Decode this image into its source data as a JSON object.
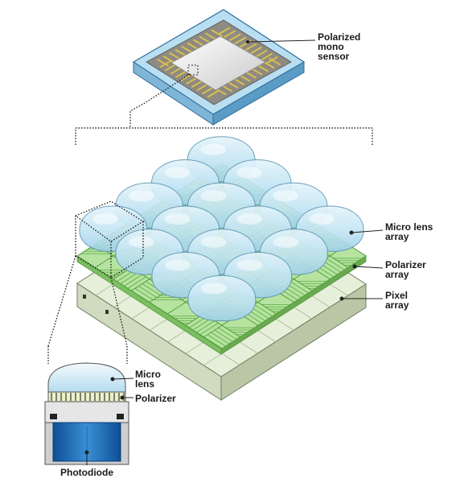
{
  "labels": {
    "sensor": "Polarized\nmono\nsensor",
    "micro_lens_array": "Micro lens\narray",
    "polarizer_array": "Polarizer\narray",
    "pixel_array": "Pixel\narray",
    "micro_lens": "Micro\nlens",
    "polarizer": "Polarizer",
    "photodiode": "Photodiode"
  },
  "colors": {
    "chip_blue": "#a9d6ee",
    "chip_gold": "#d8c050",
    "lens_blue": "#bfe3f3",
    "polarizer_green": "#8fd07a",
    "pixel_board": "#e6efd9",
    "photodiode_blue": "#1c6cb6"
  }
}
